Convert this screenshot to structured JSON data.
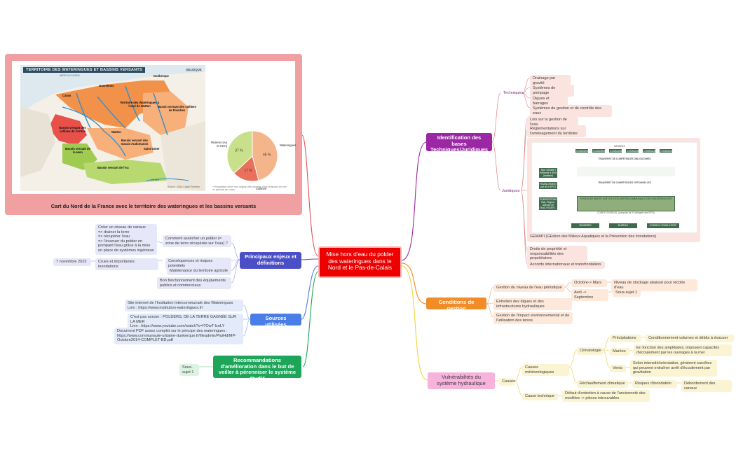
{
  "colors": {
    "root": "#ee0000",
    "purple": "#9b27a4",
    "orange": "#f28c28",
    "pink": "#f3a6d3",
    "indigo": "#4b4fc6",
    "blue": "#4a7de8",
    "green": "#1da65a",
    "card": "#f0a0a0"
  },
  "root": {
    "text": "Mise hors d'eau du polder des wateringues dans le Nord et le Pas-de-Calais"
  },
  "image_card": {
    "caption": "Cart du Nord de la France avec le territoire des wateringues et les bassins versants",
    "map_title": "TERRITOIRE DES WATERINGUES ET BASSINS VERSANTS",
    "map_subtitle": "MER DU NORD",
    "map_labels": {
      "dunkerque": "Dunkerque",
      "belgique": "BELGIQUE",
      "gravelines": "Gravelines",
      "calais": "Calais",
      "territoire": "Territoire des Wateringues à l'aval de Watten",
      "flandres": "Bassin versant des collines de Flandres",
      "artois": "Bassin versant des collines de l'Artois",
      "watten": "Watten",
      "marais": "Bassin versant des marais Audomarois",
      "saint_omer": "Saint-Omer",
      "hem": "Bassin versant de la Hem",
      "aa": "Bassin versant de l'Aa",
      "la_lys": "La Lys",
      "source": "Source : SIAD Capito Reliefsio"
    },
    "pie": {
      "labels": {
        "rivieres": "Rivières (Aa et Hem)",
        "wateringues": "Wateringues",
        "collines": "Collines"
      },
      "note": "» Répartition selon leur origine des volumes d'eau évacués en mer en période de crues."
    }
  },
  "chart_data": {
    "type": "pie",
    "categories": [
      "Rivières (Aa et Hem)",
      "Wateringues",
      "Collines"
    ],
    "values": [
      37,
      46,
      17
    ],
    "value_labels": [
      "37 %",
      "46 %",
      "17 %"
    ],
    "colors": [
      "#c9e08a",
      "#f5b58a",
      "#e8705c"
    ]
  },
  "branches": {
    "identification": {
      "label": "Identification des bases Techniques/Juridiques",
      "techniques": {
        "label": "Techniques",
        "items": [
          "Drainage par gravité",
          "Systèmes de pompage",
          "Digues et barrages",
          "Systèmes de gestion et de contrôle des eaux"
        ]
      },
      "juridiques": {
        "label": "Juridiques",
        "items": [
          "Lois sur la gestion de l'eau",
          "Réglementations sur l'aménagement du territoire",
          "Droits de propriété et responsabilités des propriétaires",
          "Accords internationaux et transfrontaliers"
        ],
        "gemapi_caption": "GEMAPI (GEstion des Milieux Aquatiques et la Prévention des Inondations)",
        "gemapi_labels": {
          "transfert_obl": "TRANSFERT DE COMPÉTENCES OBLIGATOIRES",
          "transfert_opt": "TRANSFERT DE COMPÉTENCES OPTIONNELLES",
          "taxe": "Taxe GEMAPI Prélevée à 90% (habitant)",
          "financement": "FINANCEMENT par les 6 EPCI",
          "subventions": "SUBVENTIONS État, Région, Agence de l'Eau, FEDER...",
          "syndicat": "SYNDICAT MIXTE INSTITUTION INTERCOMMUNALE DES WATERINGUES",
          "comite": "COMITÉ SYNDICAL (composé de 24 délégués des EPCI)",
          "bureau": "BUREAU",
          "conseil": "CONSEIL CONSULTATIF",
          "membres": "MEMBRES",
          "commune": "COMMUNE"
        }
      }
    },
    "conditions": {
      "label": "Conditions de gestion",
      "niveau": "Gestion du niveau de l'eau périodique",
      "octobre": "Octobre-> Mars",
      "octobre_detail": "Niveau de stockage abaissé pour récolte d'eau",
      "avril": "Avril -> Septembre",
      "sous_sujet": "Sous-sujet 1",
      "entretien": "Entretien des digues et des infrastructures hydrauliques",
      "impact": "Gestion de l'impact environnemental et de l'utilisation des terres"
    },
    "vulnerabilites": {
      "label": "Vulnérabilités du système hydraulique",
      "causes": "Causes",
      "meteo": "Causes météorologiques",
      "climatologie": "Climatologie",
      "precipitations": "Précipitations",
      "precipitations_detail": "Conditionnement volumes et débits à évacuer",
      "marees": "Marées",
      "marees_detail": "En fonction des amplitudes, imposent capacités d'écoulement par les ouvrages à la mer",
      "vents": "Vents",
      "vents_detail": "Selon intensité/orientation, génèrent surcôtes qui peuvent entraîner arrêt d'écoulement par gravitation",
      "rechauffement": "Réchauffement climatique",
      "risques": "Risques d'inondation",
      "debordement": "Débordement des canaux",
      "technique": "Cause technique",
      "technique_detail": "Défaut d'entretien à cause de l'ancienneté des modèles -> pièces introuvables"
    },
    "enjeux": {
      "label": "Principaux enjeux et définitions",
      "assecher": "Comment assécher un polder (= zone de terre récupérée sur l'eau) ?",
      "assecher_detail": "Créer un réseau de canaux\n=> drainer la terre\n=> récupérer l'eau\n=> l'évacuer du polder en pompant l'eau grâce à la mise en place de systèmes ingénieux",
      "consequences": "Conséquences et risques potentiels",
      "crues": "Crues et importantes inondations",
      "date": "7 novembre 2023",
      "maintenance": "Maintenance du territoire agricole",
      "fonctionnement": "Bon fonctionnement des équipements publics et commerciaux"
    },
    "sources": {
      "label": "Sources utilisées",
      "site": "Site internet de l'Institution Intercommunale des Wateringues\nLien : https://www.institution-wateringues.fr/",
      "video": "C'est pas sorcier : POLDERS, DE LA TERRE GAGNÉE SUR LA MER\nLien : https://www.youtube.com/watch?v=f7OwT-lcnLY",
      "pdf": "Document PDF assez complet sur le principe des wateringues :\nhttps://www.communaute-urbaine-dunkerque.fr/fileadmin/PluiHd/MP-Octobre2014-COMPLET-BD.pdf"
    },
    "recommandations": {
      "label": "Recommandations d'amélioration dans le but de veiller à pérenniser le système étudié",
      "sous_sujet": "Sous-sujet 1"
    }
  }
}
